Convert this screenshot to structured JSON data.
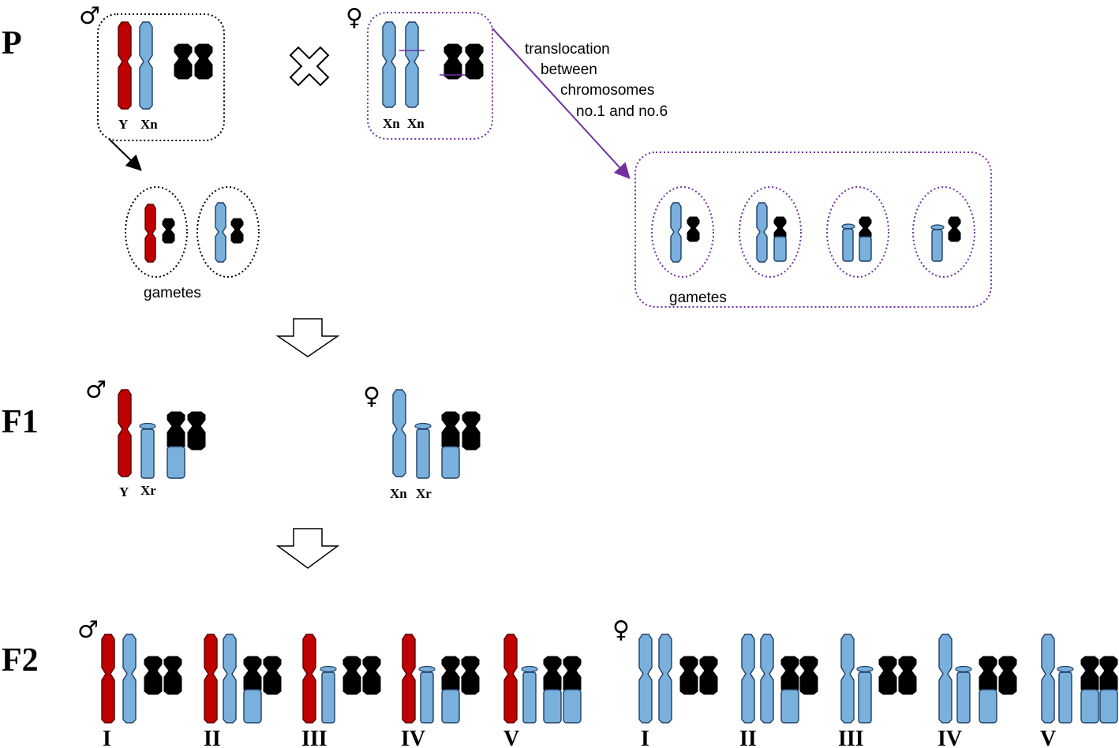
{
  "generations": {
    "p": "P",
    "f1": "F1",
    "f2": "F2"
  },
  "symbols": {
    "male": "♂",
    "female": "♀"
  },
  "parents": {
    "male_labels": [
      "Y",
      "Xn"
    ],
    "female_labels": [
      "Xn",
      "Xn"
    ],
    "annotation": [
      "translocation",
      "between",
      "chromosomes",
      "no.1 and no.6"
    ],
    "male_gametes_label": "gametes",
    "female_gametes_label": "gametes"
  },
  "f1": {
    "male_labels": [
      "Y",
      "Xr"
    ],
    "female_labels": [
      "Xn",
      "Xr"
    ]
  },
  "f2": {
    "male_classes": [
      "I",
      "II",
      "III",
      "IV",
      "V"
    ],
    "female_classes": [
      "I",
      "II",
      "III",
      "IV",
      "V"
    ]
  },
  "colors": {
    "x_chromosome": "#7ab0dc",
    "y_chromosome": "#c00000",
    "autosome": "#000000",
    "female_outline": "#7030a0",
    "male_outline": "#000000"
  }
}
